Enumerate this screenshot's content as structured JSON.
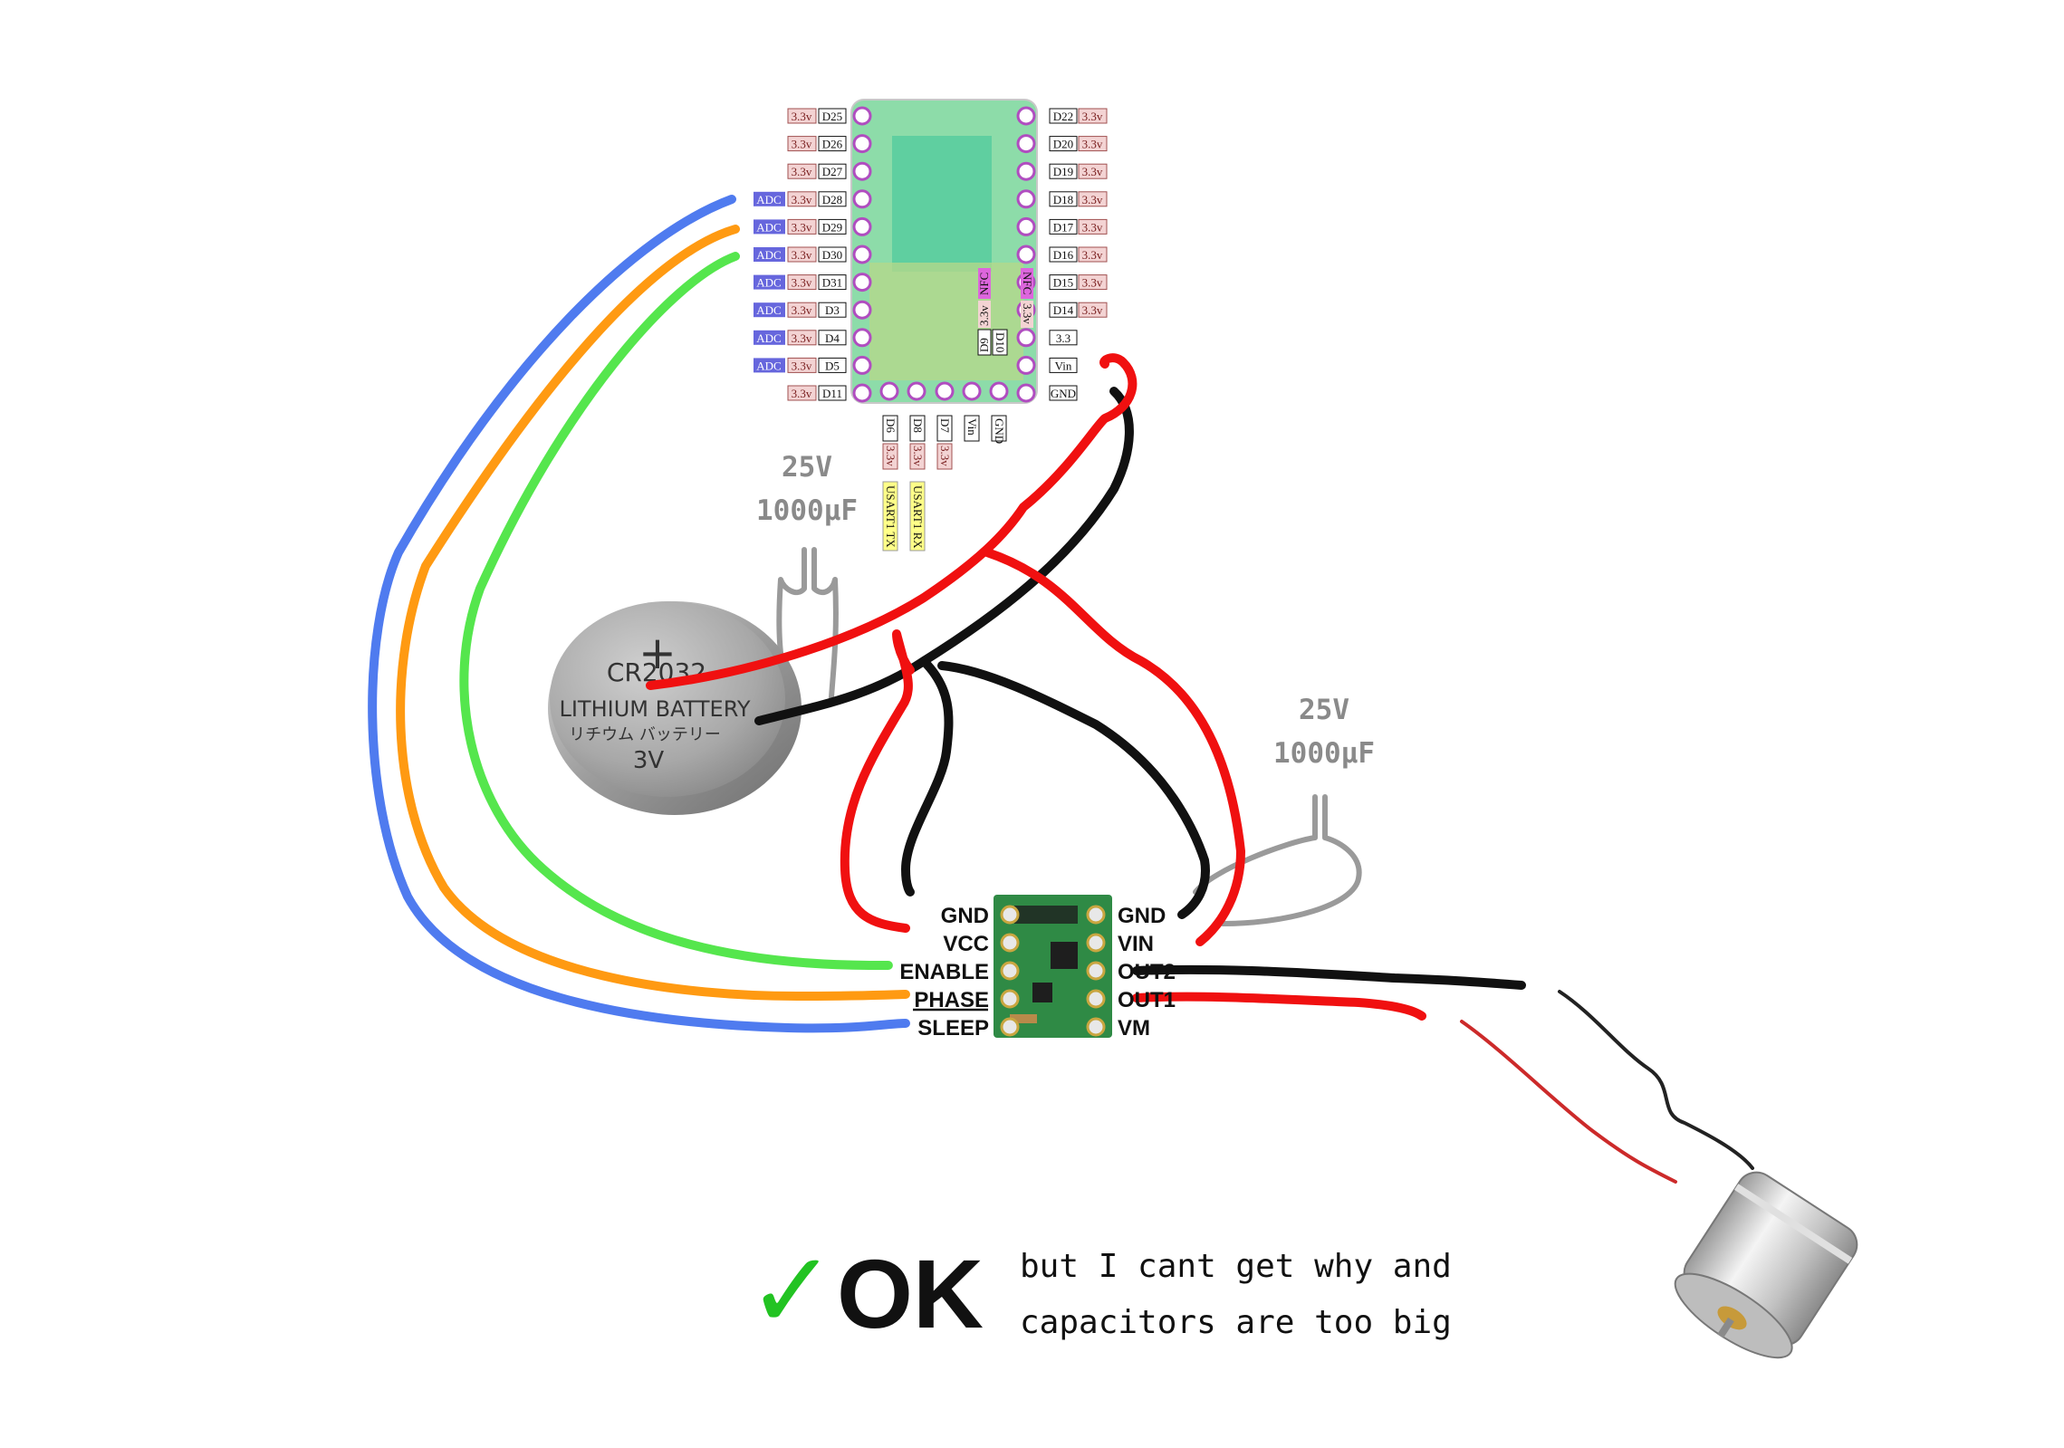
{
  "mcu": {
    "left_pins": [
      {
        "adc": "",
        "volt": "3.3v",
        "name": "D25"
      },
      {
        "adc": "",
        "volt": "3.3v",
        "name": "D26"
      },
      {
        "adc": "",
        "volt": "3.3v",
        "name": "D27"
      },
      {
        "adc": "ADC",
        "volt": "3.3v",
        "name": "D28"
      },
      {
        "adc": "ADC",
        "volt": "3.3v",
        "name": "D29"
      },
      {
        "adc": "ADC",
        "volt": "3.3v",
        "name": "D30"
      },
      {
        "adc": "ADC",
        "volt": "3.3v",
        "name": "D31"
      },
      {
        "adc": "ADC",
        "volt": "3.3v",
        "name": "D3"
      },
      {
        "adc": "ADC",
        "volt": "3.3v",
        "name": "D4"
      },
      {
        "adc": "ADC",
        "volt": "3.3v",
        "name": "D5"
      },
      {
        "adc": "",
        "volt": "3.3v",
        "name": "D11"
      }
    ],
    "right_pins": [
      {
        "name": "D22",
        "volt": "3.3v"
      },
      {
        "name": "D20",
        "volt": "3.3v"
      },
      {
        "name": "D19",
        "volt": "3.3v"
      },
      {
        "name": "D18",
        "volt": "3.3v"
      },
      {
        "name": "D17",
        "volt": "3.3v"
      },
      {
        "name": "D16",
        "volt": "3.3v"
      },
      {
        "name": "D15",
        "volt": "3.3v"
      },
      {
        "name": "D14",
        "volt": "3.3v"
      },
      {
        "name": "3.3",
        "volt": ""
      },
      {
        "name": "Vin",
        "volt": ""
      },
      {
        "name": "GND",
        "volt": ""
      }
    ],
    "bottom_pins": [
      {
        "name": "D6",
        "volt": "3.3v",
        "func": "USART1 TX"
      },
      {
        "name": "D8",
        "volt": "3.3v",
        "func": "USART1 RX"
      },
      {
        "name": "D7",
        "volt": "3.3v",
        "func": ""
      },
      {
        "name": "Vin",
        "volt": "",
        "func": ""
      },
      {
        "name": "GND",
        "volt": "",
        "func": ""
      }
    ],
    "board_labels": [
      "NFC",
      "NFC",
      "3.3v",
      "3.3v",
      "D9",
      "D10"
    ]
  },
  "battery": {
    "plus": "+",
    "model": "CR2032",
    "line1": "LITHIUM BATTERY",
    "line2": "リチウム バッテリー",
    "voltage": "3V"
  },
  "capacitors": [
    {
      "voltage": "25V",
      "capacitance": "1000µF"
    },
    {
      "voltage": "25V",
      "capacitance": "1000µF"
    }
  ],
  "driver": {
    "left_pins": [
      "GND",
      "VCC",
      "ENABLE",
      "PHASE",
      "SLEEP"
    ],
    "right_pins": [
      "GND",
      "VIN",
      "OUT2",
      "OUT1",
      "VM"
    ]
  },
  "status": {
    "check": "✓",
    "label": "OK",
    "note_line1": "but I cant get why and",
    "note_line2": "capacitors are too big"
  },
  "colors": {
    "wire_blue": "#4f7bef",
    "wire_orange": "#ff9a12",
    "wire_green": "#55e64d",
    "wire_red": "#f01010",
    "wire_black": "#111111",
    "wire_gray": "#9a9a9a",
    "pcb_green": "#2f8a45",
    "mcu_board": "#6dcf9a",
    "adc_badge": "#6666dd",
    "volt_badge": "#f3d3d3",
    "check_green": "#22c322"
  }
}
